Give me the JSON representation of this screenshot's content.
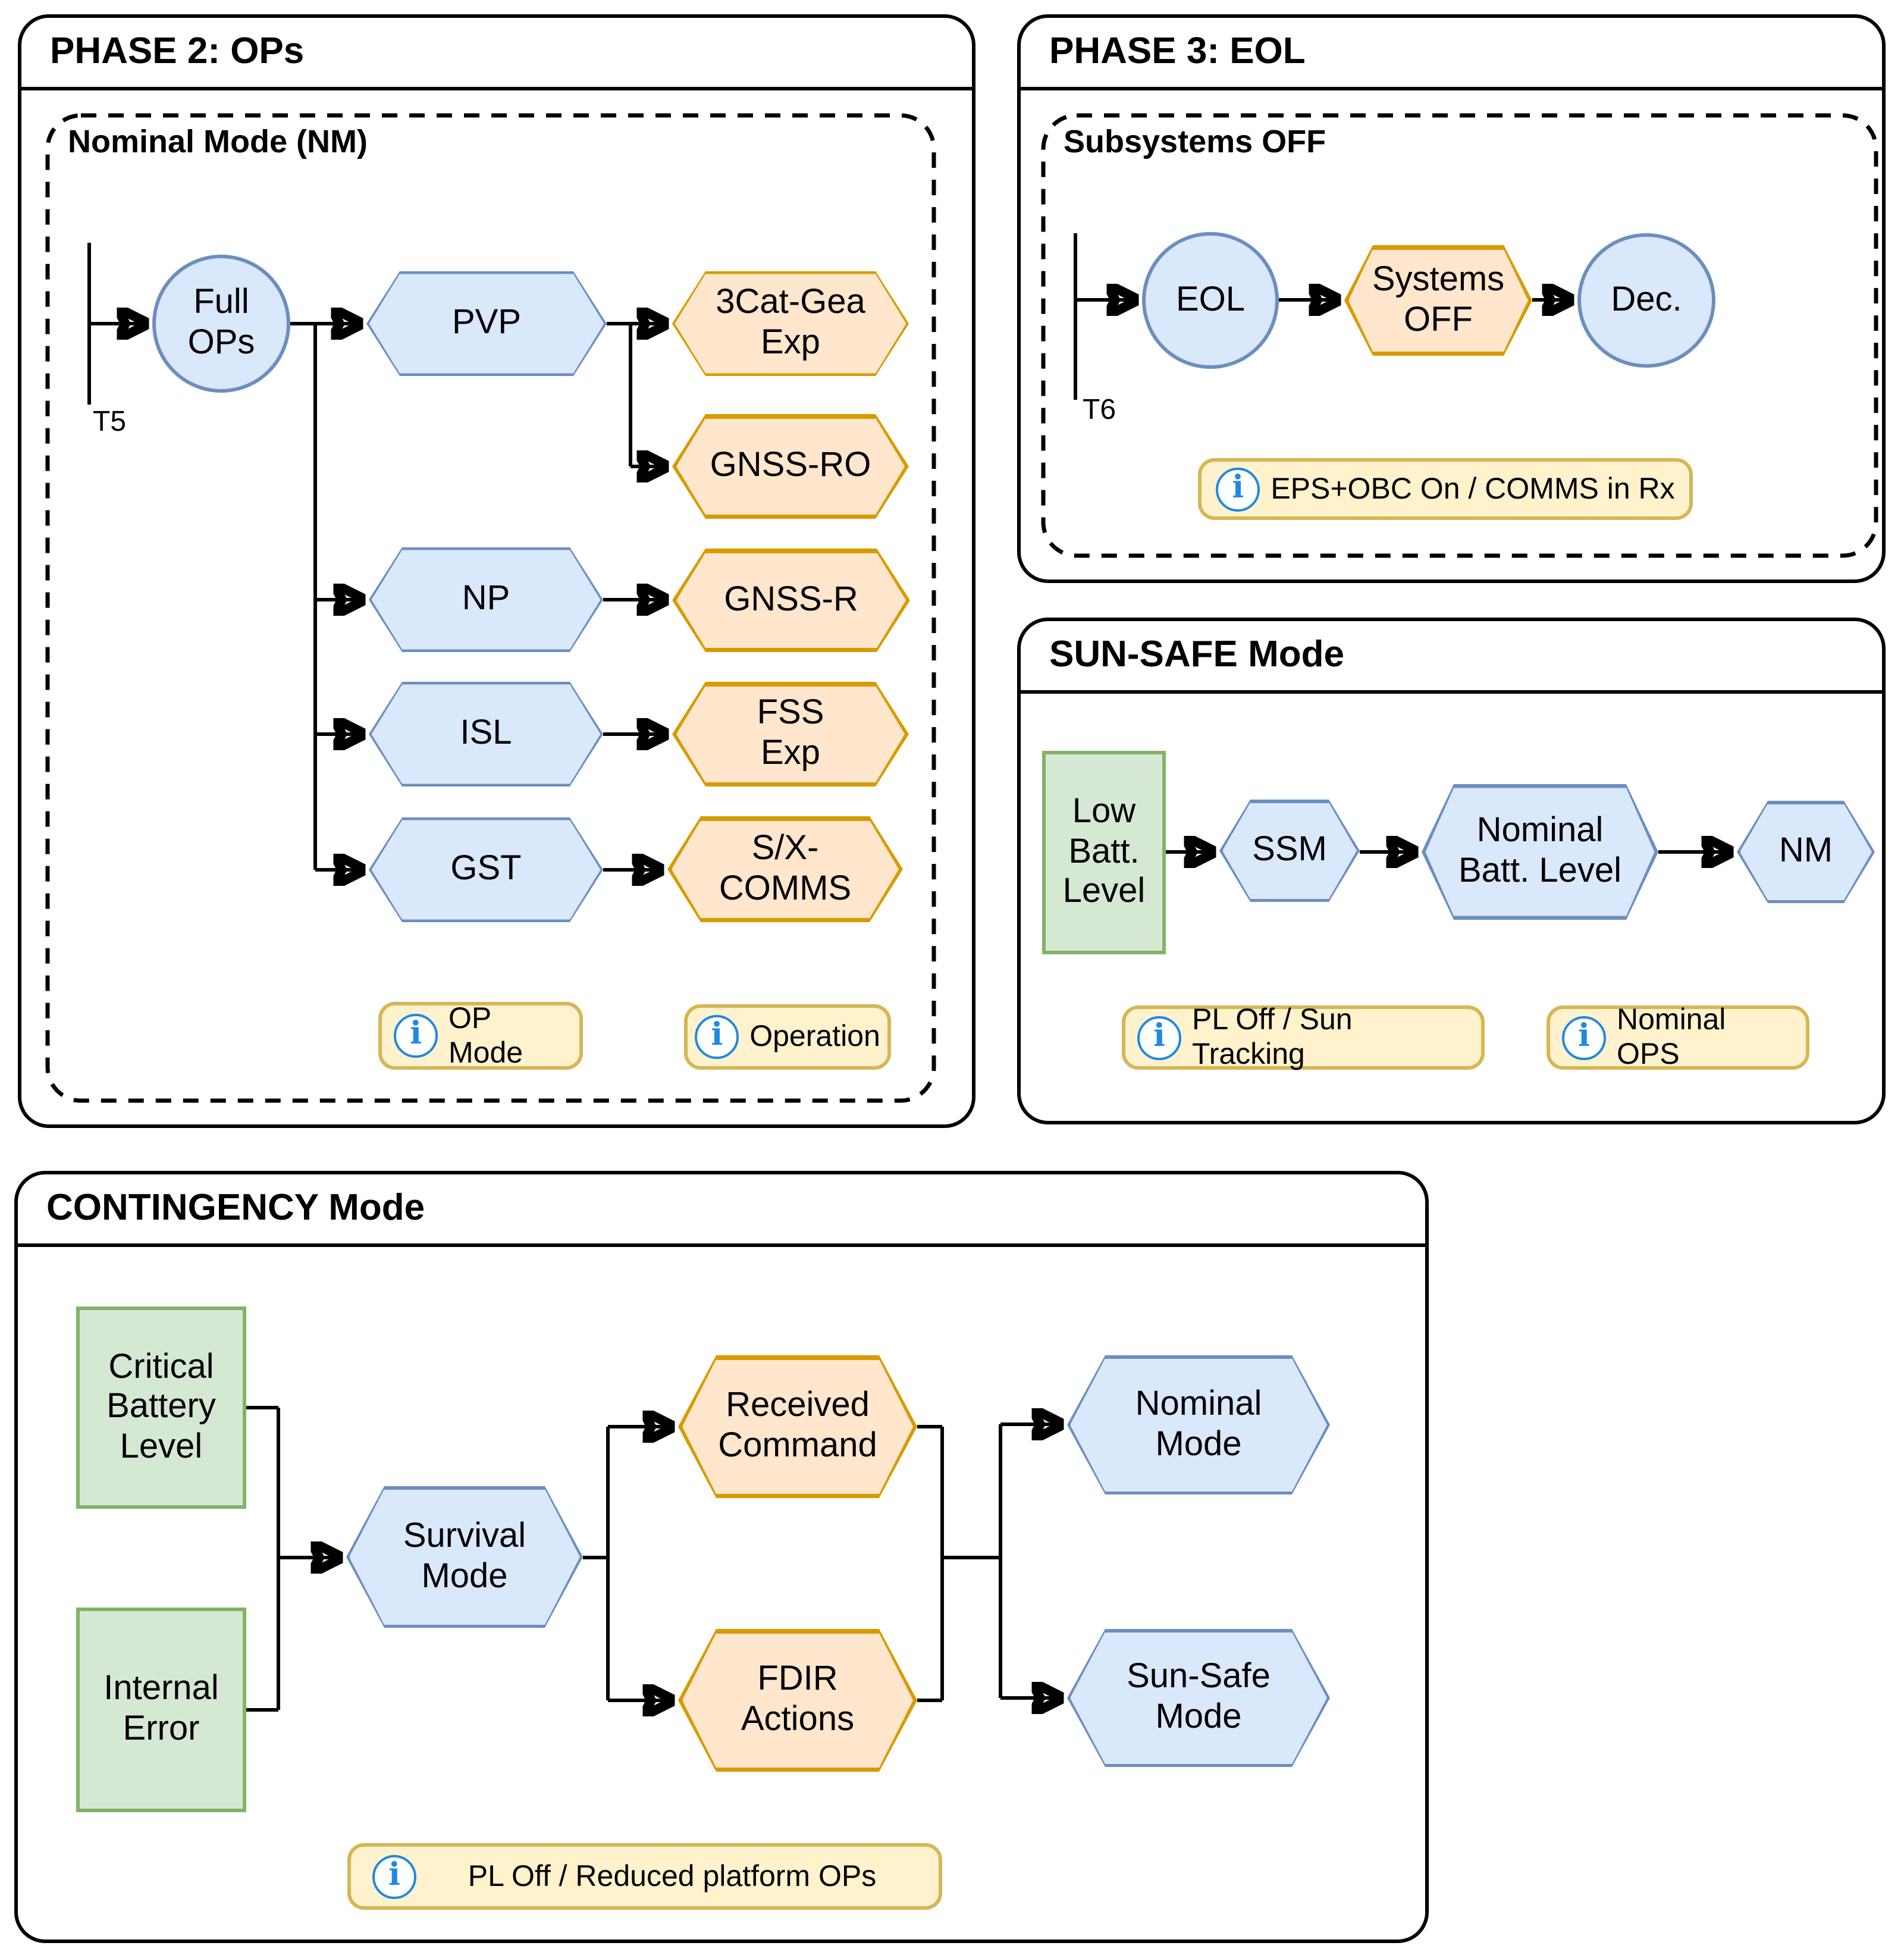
{
  "colors": {
    "node_blue_fill": "#dae8fc",
    "node_blue_stroke": "#6c8ebf",
    "node_orange_fill": "#ffe6cc",
    "node_orange_stroke": "#d79b00",
    "node_green_fill": "#d5e8d4",
    "node_green_stroke": "#82b366",
    "badge_fill": "#fff2cc",
    "badge_stroke": "#d6b656",
    "info_icon_blue": "#1e88e5",
    "line_color": "#000000"
  },
  "icons": {
    "info": "i"
  },
  "panels": {
    "phase2": {
      "title": "PHASE 2: OPs",
      "group_label": "Nominal Mode (NM)",
      "timeline_label": "T5",
      "nodes": {
        "full_ops": "Full\nOPs",
        "pvp": "PVP",
        "cat_gea": "3Cat-Gea\nExp",
        "gnss_ro": "GNSS-RO",
        "np": "NP",
        "gnss_r": "GNSS-R",
        "isl": "ISL",
        "fss_exp": "FSS\nExp",
        "gst": "GST",
        "sx_comms": "S/X-\nCOMMS"
      },
      "legend": {
        "op_mode": "OP Mode",
        "operation": "Operation"
      }
    },
    "phase3": {
      "title": "PHASE 3: EOL",
      "group_label": "Subsystems OFF",
      "timeline_label": "T6",
      "nodes": {
        "eol": "EOL",
        "systems_off": "Systems\nOFF",
        "dec": "Dec."
      },
      "info": "EPS+OBC On / COMMS in Rx"
    },
    "sunsafe": {
      "title": "SUN-SAFE Mode",
      "nodes": {
        "low_batt": "Low\nBatt.\nLevel",
        "ssm": "SSM",
        "nominal_batt": "Nominal\nBatt. Level",
        "nm": "NM"
      },
      "info_left": "PL Off / Sun Tracking",
      "info_right": "Nominal OPS"
    },
    "contingency": {
      "title": "CONTINGENCY Mode",
      "nodes": {
        "critical_battery": "Critical\nBattery\nLevel",
        "internal_error": "Internal\nError",
        "survival": "Survival\nMode",
        "received_command": "Received\nCommand",
        "fdir_actions": "FDIR\nActions",
        "nominal_mode": "Nominal\nMode",
        "sun_safe_mode": "Sun-Safe\nMode"
      },
      "info": "PL Off / Reduced platform OPs"
    }
  }
}
